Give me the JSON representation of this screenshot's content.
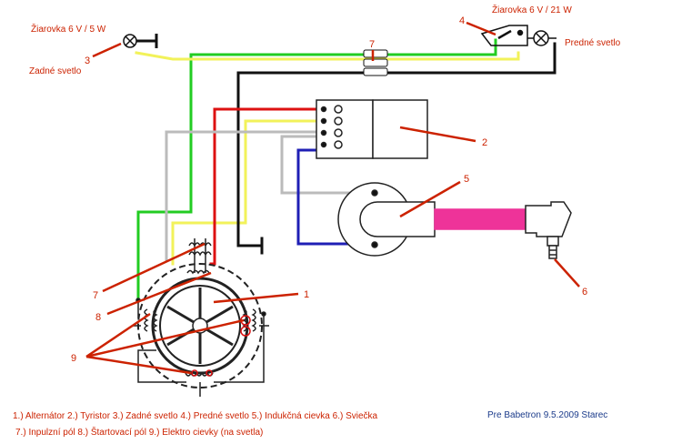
{
  "labels": {
    "bulb_rear": "Žiarovka 6 V / 5 W",
    "rear_light": "Zadné svetlo",
    "bulb_front": "Žiarovka  6 V / 21 W",
    "front_light": "Predné svetlo"
  },
  "callouts": [
    "1",
    "2",
    "3",
    "4",
    "5",
    "6",
    "7",
    "7",
    "8",
    "9"
  ],
  "legend": {
    "line1": "1.) Alternátor  2.) Tyristor  3.) Zadné svetlo  4.) Predné svetlo  5.) Indukčná cievka  6.) Sviečka",
    "line2": "7.) Inpulzní pól  8.) Štartovací pól  9.)  Elektro cievky  (na svetla)"
  },
  "credit": "Pre Babetron   9.5.2009   Starec",
  "colors": {
    "green": "#22cc22",
    "yellow": "#f2f25a",
    "black": "#111111",
    "red": "#dd1111",
    "grey": "#bbbbbb",
    "blue": "#1f1fb5",
    "pink": "#ee3399",
    "label_red": "#cc2200",
    "credit_blue": "#1a3a8a"
  }
}
